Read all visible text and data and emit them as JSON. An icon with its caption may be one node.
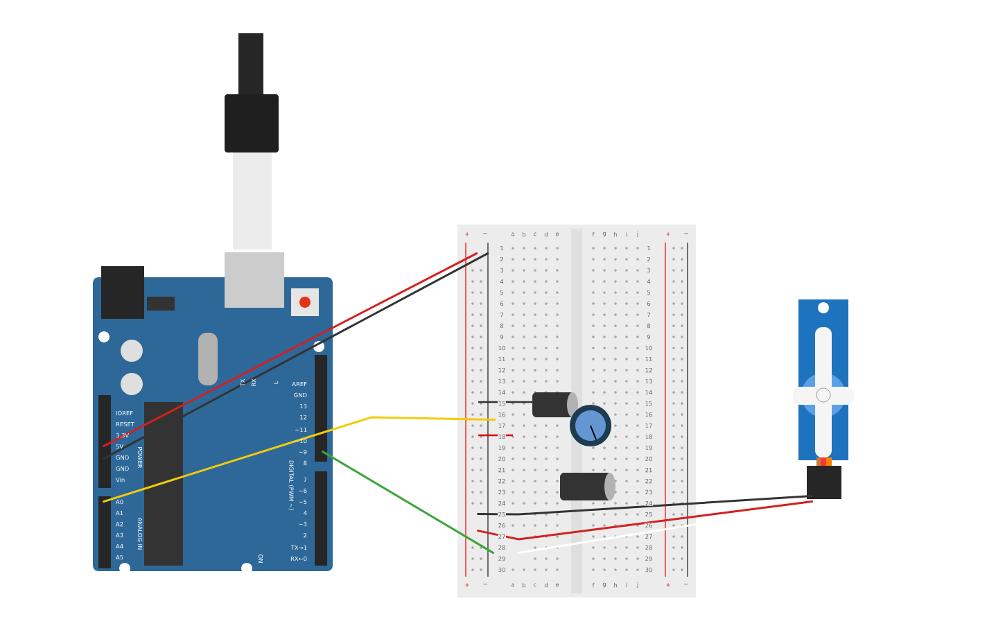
{
  "diagram": {
    "nodes": [
      {
        "text": [],
        "shape": "picture"
      },
      {
        "text": [],
        "shape": "picture"
      },
      {
        "text": [],
        "shape": "picture"
      },
      {
        "text": [],
        "shape": "cylinder",
        "in": 2
      },
      {
        "text": [],
        "shape": "picture",
        "in": 2
      },
      {
        "text": [],
        "shape": "cylinder",
        "in": 2
      },
      {
        "text": [],
        "shape": "picture"
      }
    ],
    "edges": [
      {
        "from": 1,
        "to": 2,
        "arrow": "none",
        "color": "#d42020"
      },
      {
        "from": 1,
        "to": 2,
        "arrow": "none",
        "color": "#333333"
      },
      {
        "from": 1,
        "to": 2,
        "arrow": "none",
        "color": "#f2cc0c"
      },
      {
        "from": 1,
        "to": 2,
        "arrow": "none",
        "color": "#3aa53a"
      },
      {
        "from": 2,
        "to": 6,
        "arrow": "none",
        "color": "#333333"
      },
      {
        "from": 2,
        "to": 6,
        "arrow": "none",
        "color": "#d42020"
      },
      {
        "from": 2,
        "to": 6,
        "arrow": "none",
        "color": "#ffffff"
      }
    ],
    "labels": [
      "TX",
      "RX",
      "L",
      "AREF",
      "GND",
      "13",
      "12",
      "~11",
      "~10",
      "~9",
      "8",
      "7",
      "~6",
      "~5",
      "4",
      "~3",
      "2",
      "TX→1",
      "RX←0",
      "DIGITAL (PWM ~)",
      "IOREF",
      "RESET",
      "3.3V",
      "5V",
      "GND",
      "GND",
      "Vin",
      "POWER",
      "A0",
      "A1",
      "A2",
      "A3",
      "A4",
      "A5",
      "ANALOG IN",
      "ON",
      "+",
      "−",
      "a",
      "b",
      "c",
      "d",
      "e",
      "f",
      "g",
      "h",
      "i",
      "j",
      "+",
      "−",
      "1",
      "1",
      "2",
      "2",
      "3",
      "3",
      "4",
      "4",
      "5",
      "5",
      "6",
      "6",
      "7",
      "7",
      "8",
      "8",
      "9",
      "9",
      "10",
      "10",
      "11",
      "11",
      "12",
      "12",
      "13",
      "13",
      "14",
      "14",
      "15",
      "15",
      "16",
      "16",
      "17",
      "17",
      "18",
      "18",
      "19",
      "19",
      "20",
      "20",
      "21",
      "21",
      "22",
      "22",
      "23",
      "23",
      "24",
      "24",
      "25",
      "25",
      "26",
      "26",
      "27",
      "27",
      "28",
      "28",
      "29",
      "29",
      "30",
      "30",
      "+",
      "−",
      "a",
      "b",
      "c",
      "d",
      "e",
      "f",
      "g",
      "h",
      "i",
      "j",
      "+",
      "−"
    ]
  }
}
